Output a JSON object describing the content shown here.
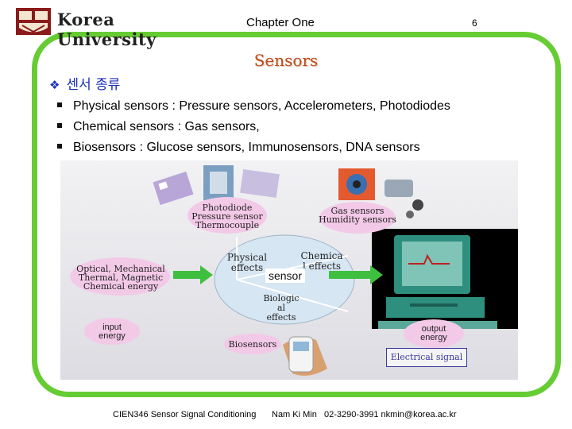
{
  "header": {
    "logo_text": "Korea University",
    "chapter": "Chapter One",
    "page_number": "6"
  },
  "slide": {
    "title": "Sensors",
    "section_heading": "센서 종류",
    "bullets": [
      "Physical sensors : Pressure sensors, Accelerometers, Photodiodes",
      "Chemical sensors : Gas sensors,",
      "Biosensors : Glucose sensors, Immunosensors, DNA sensors"
    ]
  },
  "figure": {
    "photodiode_cloud": [
      "Photodiode",
      "Pressure sensor",
      "Thermocouple"
    ],
    "gas_cloud": [
      "Gas sensors",
      "Humidity sensors"
    ],
    "input_cloud": [
      "Optical, Mechanical",
      "Thermal, Magnetic",
      "Chemical energy"
    ],
    "input_energy": [
      "input",
      "energy"
    ],
    "physical_effects": [
      "Physical",
      "effects"
    ],
    "chemical_effects": [
      "Chemica",
      "l effects"
    ],
    "sensor_label": "sensor",
    "biological_effects": [
      "Biologic",
      "al",
      "effects"
    ],
    "biosensors_label": "Biosensors",
    "output_energy": [
      "output",
      "energy"
    ],
    "electrical_signal": "Electrical signal",
    "colors": {
      "cloud": "#f3c9e8",
      "disc": "#d6e6f2",
      "arrow": "#3fbf3f",
      "monitor": "#2f8f7f",
      "panel": "#000000"
    }
  },
  "footer": {
    "course": "CIEN346 Sensor Signal Conditioning",
    "author": "Nam Ki Min",
    "contact": "02-3290-3991 nkmin@korea.ac.kr"
  }
}
